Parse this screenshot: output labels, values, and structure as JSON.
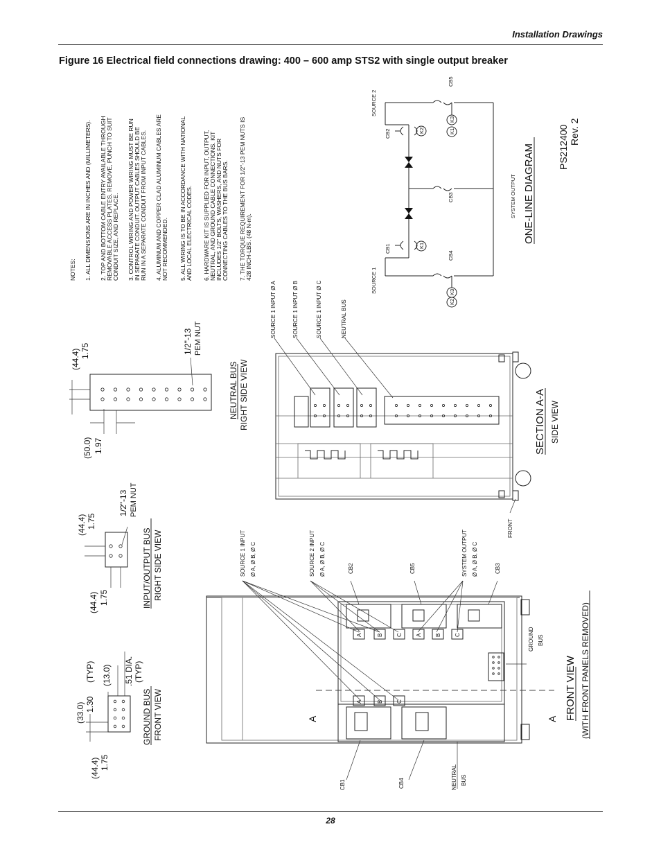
{
  "header": {
    "section_title": "Installation Drawings"
  },
  "figure": {
    "caption": "Figure 16  Electrical field connections drawing: 400 – 600 amp STS2 with single output breaker"
  },
  "footer": {
    "page_number": "28"
  },
  "notes": {
    "heading": "NOTES:",
    "lines": [
      "1. ALL DIMENSIONS ARE IN INCHES AND (MILLIMETERS).",
      "2. TOP AND BOTTOM CABLE ENTRY AVAILABLE THROUGH",
      "REMOVABLE ACCESS PLATES. REMOVE, PUNCH TO SUIT",
      "CONDUIT SIZE, AND REPLACE.",
      "3. CONTROL WIRING AND POWER WIRING MUST BE RUN",
      "IN SEPARATE CONDUIT. OUTPUT CABLES SHOULD BE",
      "RUN IN A SEPARATE CONDUIT FROM INPUT CABLES.",
      "4. ALUMINUM AND COPPER CLAD ALUMINUM CABLES ARE",
      "NOT RECOMMENDED.",
      "5. ALL WIRING IS TO BE IN ACCORDANCE WITH NATIONAL",
      "AND LOCAL ELECTRICAL CODES.",
      "6. HARDWARE KIT IS SUPPLIED FOR INPUT, OUTPUT,",
      "NEUTRAL, AND GROUND CABLE CONNECTIONS. KIT",
      "INCLUDES 1/2\" BOLTS, WASHERS, AND NUTS FOR",
      "CONNECTING CABLES TO THE BUS BARS.",
      "7. THE TORQUE REQUIREMENT FOR 1/2\"-13 PEM NUTS IS",
      "428 INCH-LBS. (48 N-m)."
    ]
  },
  "one_line": {
    "title": "ONE-LINE DIAGRAM",
    "source1": "SOURCE 1",
    "source2": "SOURCE 2",
    "system_output": "SYSTEM OUTPUT",
    "cb1": "CB1",
    "cb2": "CB2",
    "cb3": "CB3",
    "cb4": "CB4",
    "cb5": "CB5",
    "k1": "K1",
    "k2": "K2",
    "k3": "K3",
    "part_number": "PS212400",
    "revision": "Rev. 2"
  },
  "ground_bus": {
    "title": "GROUND BUS",
    "subtitle": "FRONT VIEW",
    "dim_width_mm": "(33.0)",
    "dim_width_in": "1.30",
    "dim_height_mm": "(44.4)",
    "dim_height_in": "1.75",
    "dim_gap_mm": "(13.0)",
    "dim_gap_typ": "(TYP)",
    "hole_dia": ".51 DIA.",
    "hole_typ": "(TYP)"
  },
  "io_bus": {
    "title": "INPUT/OUTPUT BUS",
    "subtitle": "RIGHT SIDE VIEW",
    "dim_a_mm": "(44.4)",
    "dim_a_in": "1.75",
    "dim_b_mm": "(44.4)",
    "dim_b_in": "1.75",
    "nut_label": "1/2\"-13",
    "nut_label2": "PEM NUT"
  },
  "neutral_bus": {
    "title": "NEUTRAL BUS",
    "subtitle": "RIGHT SIDE VIEW",
    "dim_a_mm": "(50.0)",
    "dim_a_in": "1.97",
    "dim_b_mm": "(44.4)",
    "dim_b_in": "1.75",
    "nut_label": "1/2\"-13",
    "nut_label2": "PEM NUT"
  },
  "section_aa": {
    "title": "SECTION A-A",
    "subtitle": "SIDE VIEW",
    "front_label": "FRONT",
    "src1_a": "SOURCE 1 INPUT Ø A",
    "src1_b": "SOURCE 1 INPUT Ø B",
    "src1_c": "SOURCE 1 INPUT Ø C",
    "neutral": "NEUTRAL BUS"
  },
  "front_view": {
    "title": "FRONT VIEW",
    "subtitle": "(WITH FRONT PANELS REMOVED)",
    "src1_input": "SOURCE 1 INPUT",
    "src1_phases": "Ø A, Ø B, Ø C",
    "src2_input": "SOURCE 2 INPUT",
    "src2_phases": "Ø A, Ø B, Ø C",
    "sys_output": "SYSTEM OUTPUT",
    "sys_phases": "Ø A, Ø B, Ø C",
    "cb1": "CB1",
    "cb2": "CB2",
    "cb3": "CB3",
    "cb4": "CB4",
    "cb5": "CB5",
    "ground_bus": "GROUND",
    "ground_bus2": "BUS",
    "neutral_bus": "NEUTRAL",
    "neutral_bus2": "BUS",
    "section_mark": "A",
    "phase_a": "A",
    "phase_b": "B",
    "phase_c": "C"
  }
}
